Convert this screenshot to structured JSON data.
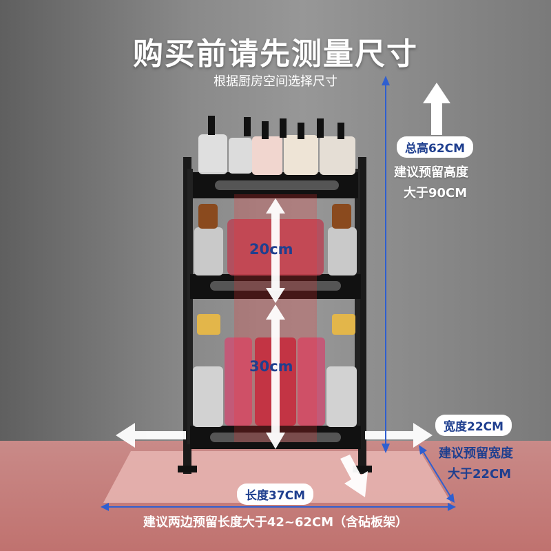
{
  "title": "购买前请先测量尺寸",
  "subtitle": "根据厨房空间选择尺寸",
  "height": {
    "pill": "总高62CM",
    "advice_line1": "建议预留高度",
    "advice_line2": "大于90CM"
  },
  "width": {
    "pill": "宽度22CM",
    "advice_line1": "建议预留宽度",
    "advice_line2": "大于22CM"
  },
  "length": {
    "pill": "长度37CM",
    "advice": "建议两边预留长度大于42~62CM（含砧板架）"
  },
  "tier_gap_upper": "20cm",
  "tier_gap_lower": "30cm",
  "colors": {
    "accent_blue": "#1f3f8f",
    "dimension_line_blue": "#2f5fd0",
    "floor": "#c98a88",
    "rack": "#1a1a1a"
  }
}
